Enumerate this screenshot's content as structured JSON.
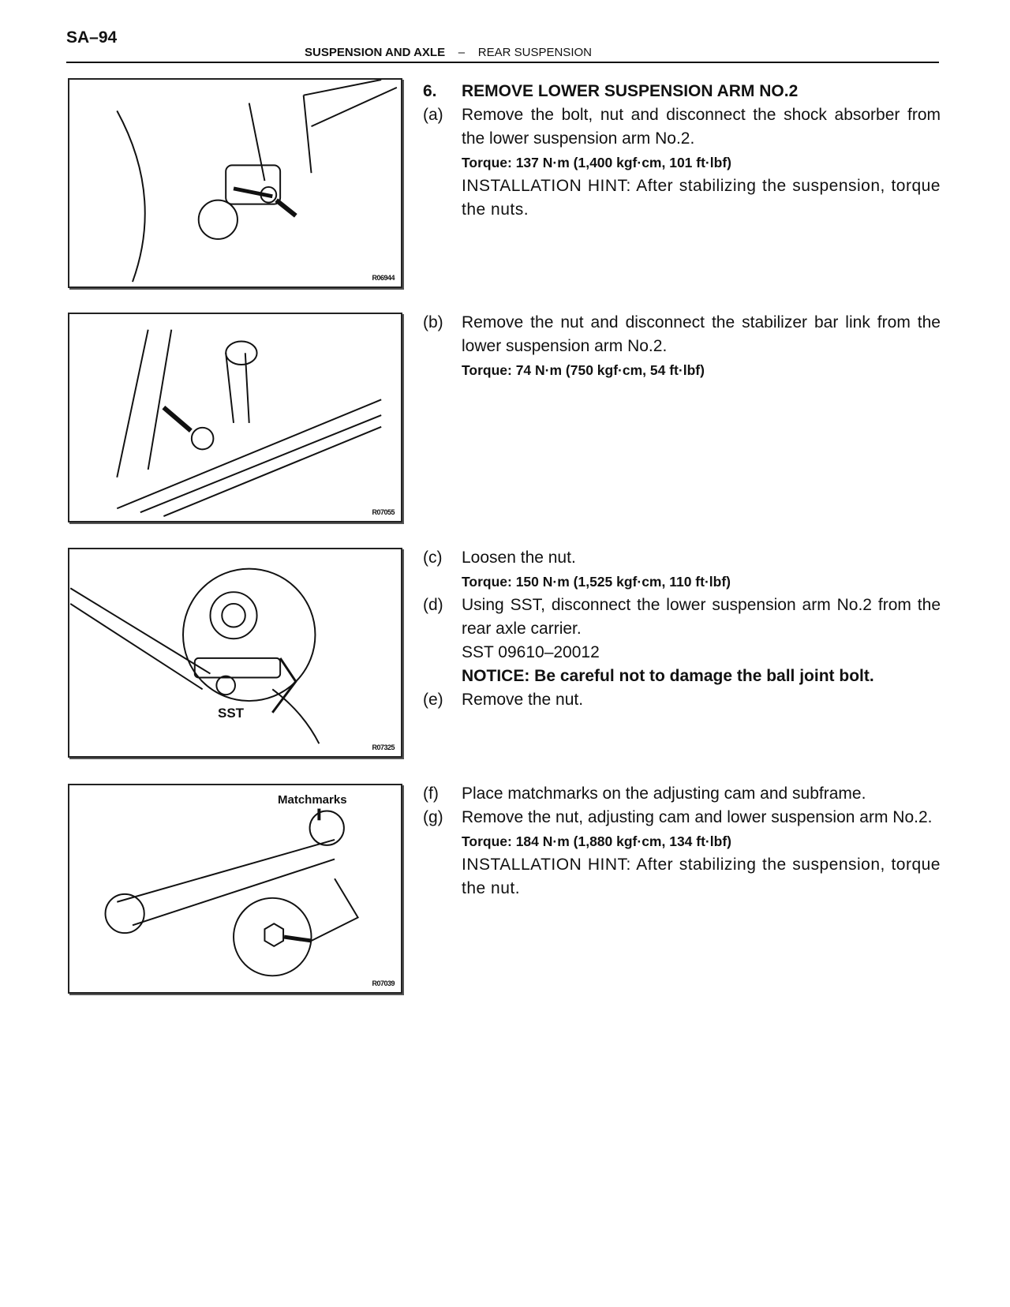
{
  "header": {
    "page_number": "SA–94",
    "section": "SUSPENSION AND AXLE",
    "separator": "–",
    "subsection": "REAR SUSPENSION"
  },
  "figures": [
    {
      "code": "R06944"
    },
    {
      "code": "R07055"
    },
    {
      "code": "R07325",
      "label": "SST"
    },
    {
      "code": "R07039",
      "label": "Matchmarks"
    }
  ],
  "step": {
    "number": "6.",
    "title": "REMOVE LOWER SUSPENSION ARM NO.2"
  },
  "items": {
    "a": {
      "marker": "(a)",
      "text": "Remove the bolt, nut and disconnect the shock absorber from the lower suspension arm No.2.",
      "torque": "Torque: 137 N·m (1,400 kgf·cm, 101 ft·lbf)",
      "hint": "INSTALLATION HINT: After stabilizing the suspension, torque the nuts."
    },
    "b": {
      "marker": "(b)",
      "text": "Remove the nut and disconnect the stabilizer bar link from the lower suspension arm No.2.",
      "torque": "Torque: 74 N·m (750 kgf·cm, 54 ft·lbf)"
    },
    "c": {
      "marker": "(c)",
      "text": "Loosen the nut.",
      "torque": "Torque: 150 N·m (1,525 kgf·cm, 110 ft·lbf)"
    },
    "d": {
      "marker": "(d)",
      "text": "Using SST, disconnect the lower suspension arm No.2 from the rear axle carrier.",
      "sst": "SST 09610–20012",
      "notice": "NOTICE: Be careful not to damage the ball joint bolt."
    },
    "e": {
      "marker": "(e)",
      "text": "Remove the nut."
    },
    "f": {
      "marker": "(f)",
      "text": "Place matchmarks on the adjusting cam and subframe."
    },
    "g": {
      "marker": "(g)",
      "text": "Remove the nut, adjusting cam and lower suspension arm No.2.",
      "torque": "Torque: 184 N·m (1,880 kgf·cm, 134 ft·lbf)",
      "hint": "INSTALLATION HINT: After stabilizing the suspension, torque the nut."
    }
  }
}
